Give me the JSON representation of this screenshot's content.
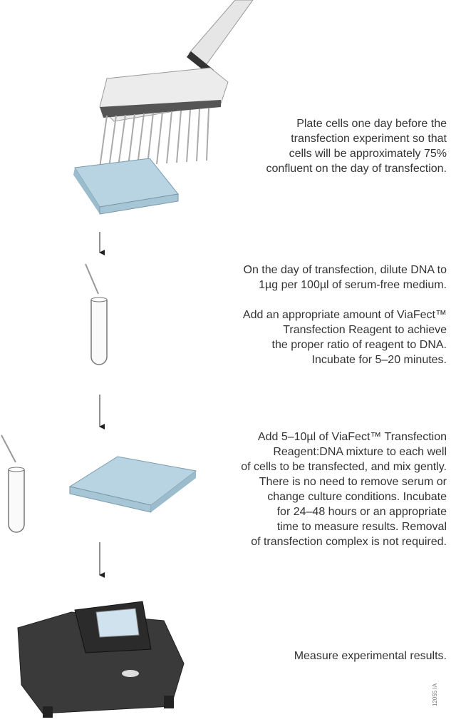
{
  "steps": [
    {
      "lines": [
        "Plate cells one day before the",
        "transfection experiment so that",
        "cells will be approximately 75%",
        "confluent on the day of transfection."
      ]
    },
    {
      "lines": [
        "On the day of transfection, dilute DNA to",
        "1µg per 100µl of serum-free medium.",
        "",
        "Add an appropriate amount of ViaFect™",
        "Transfection Reagent to achieve",
        "the proper ratio of reagent to DNA.",
        "Incubate for 5–20 minutes."
      ]
    },
    {
      "lines": [
        "Add 5–10µl of ViaFect™ Transfection",
        "Reagent:DNA mixture to each well",
        "of cells to be transfected, and mix gently.",
        "There is no need to remove serum or",
        "change culture conditions. Incubate",
        "for 24–48 hours or an appropriate",
        "time to measure results. Removal",
        "of transfection complex is not required."
      ]
    },
    {
      "lines": [
        "Measure experimental results."
      ]
    }
  ],
  "figure_code": "12055 IA",
  "colors": {
    "plate": "#b8d4e3",
    "text": "#333333",
    "device": "#3a3a3a"
  }
}
